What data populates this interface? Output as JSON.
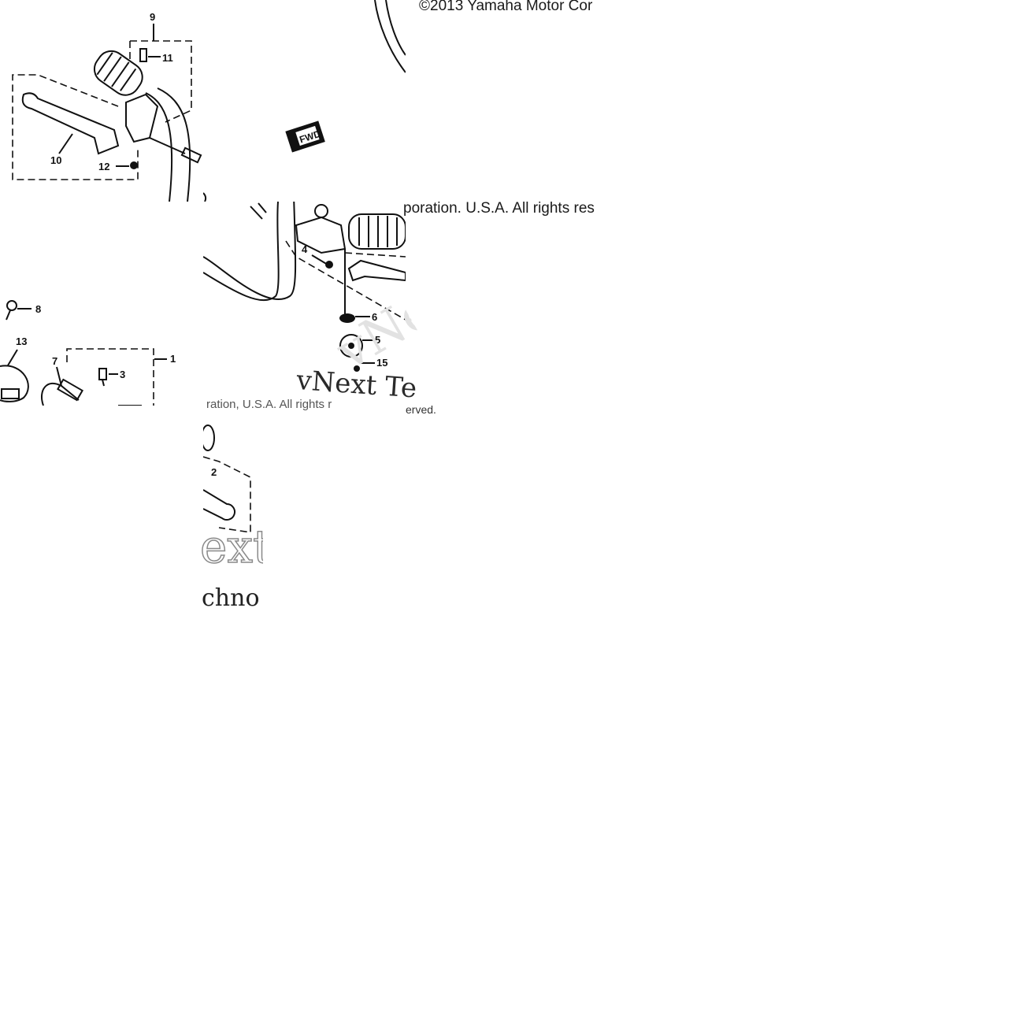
{
  "copyright": {
    "top": "©2013 Yamaha Motor Cor",
    "middle": "poration. U.S.A. All rights res",
    "bottom_left": "ration, U.S.A. All rights r",
    "bottom_right": "erved."
  },
  "watermark": {
    "main": "vNext Te",
    "fragment_ext": "ext",
    "fragment_chno": "chno"
  },
  "callouts": {
    "n1": "1",
    "n2": "2",
    "n3": "3",
    "n4": "4",
    "n5": "5",
    "n6": "6",
    "n7": "7",
    "n8": "8",
    "n9": "9",
    "n10": "10",
    "n11": "11",
    "n12": "12",
    "n13": "13",
    "n15": "15"
  },
  "colors": {
    "ink": "#111111",
    "background": "#ffffff",
    "watermark": "#cccccc"
  }
}
